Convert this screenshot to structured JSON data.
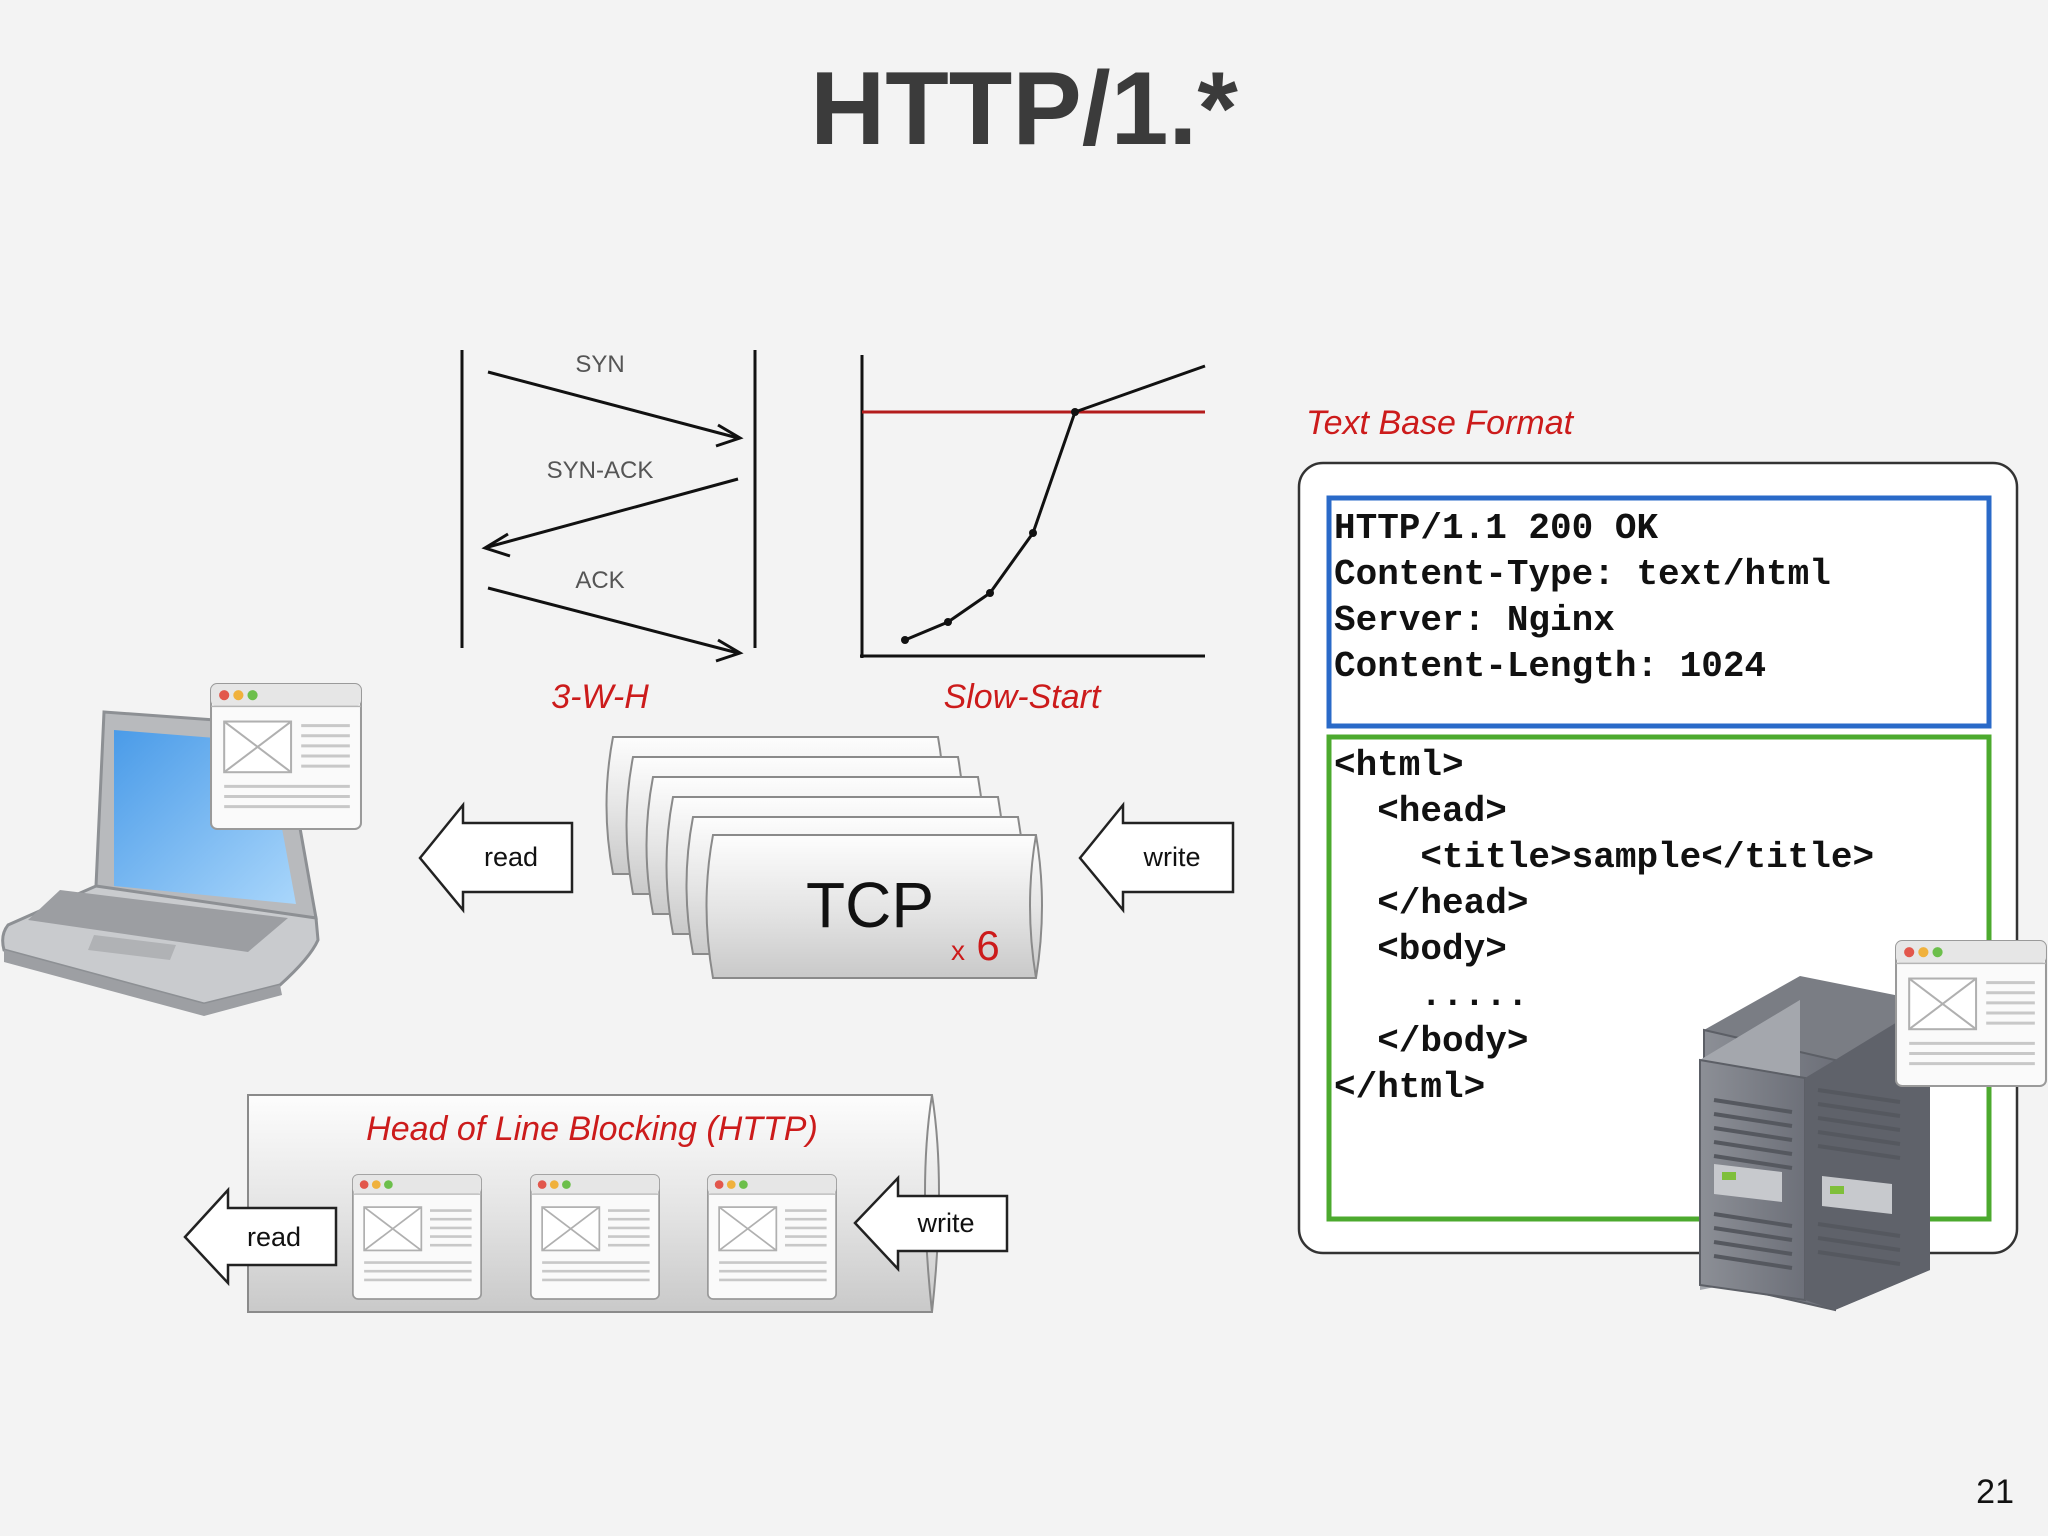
{
  "slide": {
    "title": "HTTP/1.*",
    "page_number": "21"
  },
  "handshake": {
    "syn": "SYN",
    "syn_ack": "SYN-ACK",
    "ack": "ACK",
    "caption": "3-W-H"
  },
  "slow_start": {
    "caption": "Slow-Start"
  },
  "tcp_stack": {
    "label": "TCP",
    "multiplier_x": "x",
    "multiplier_n": "6",
    "read": "read",
    "write": "write"
  },
  "hol": {
    "caption": "Head of Line Blocking (HTTP)",
    "read": "read",
    "write": "write"
  },
  "text_format": {
    "caption": "Text Base Format",
    "header_lines": [
      "HTTP/1.1 200 OK",
      "Content-Type: text/html",
      "Server: Nginx",
      "Content-Length: 1024"
    ],
    "body_lines": [
      "<html>",
      "  <head>",
      "    <title>sample</title>",
      "  </head>",
      "  <body>",
      "    .....",
      "  </body>",
      "</html>"
    ]
  },
  "colors": {
    "accent_red": "#cc1b1b",
    "header_box": "#2a6ac8",
    "body_box": "#4caa2e"
  }
}
